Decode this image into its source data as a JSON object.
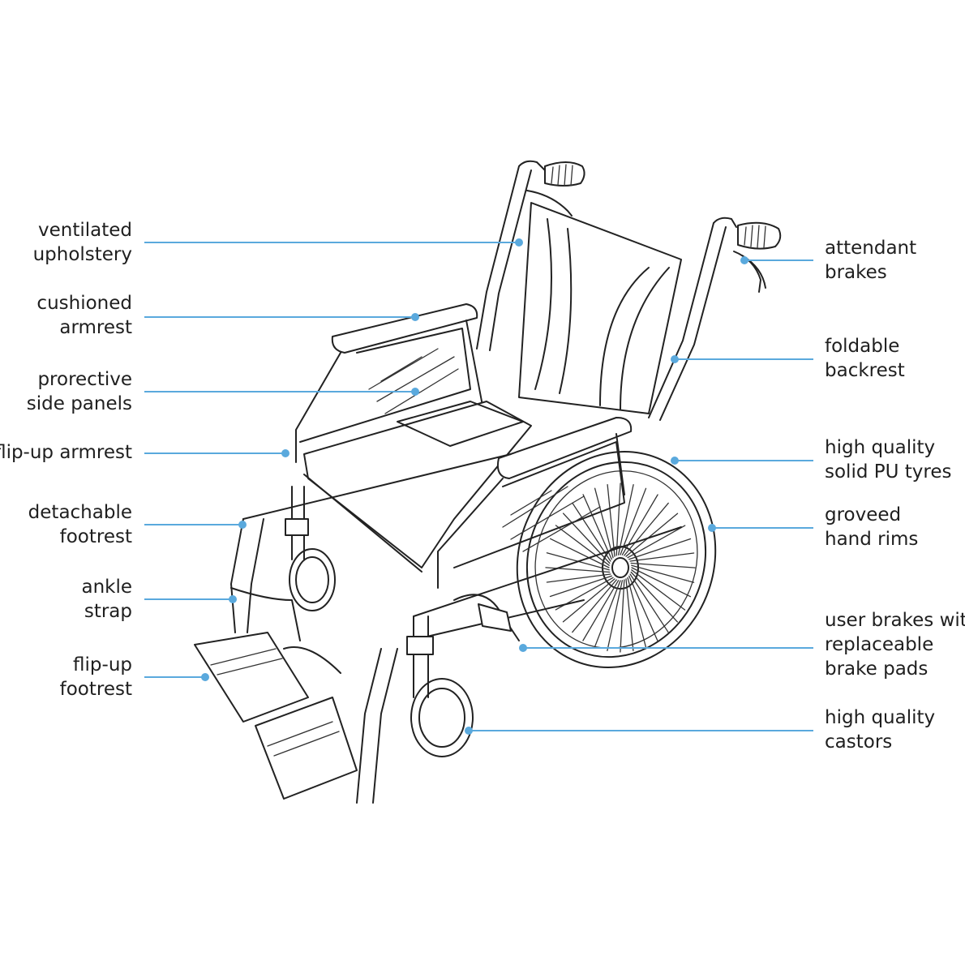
{
  "callouts": {
    "ventilated_upholstery": [
      "ventilated",
      "upholstery"
    ],
    "cushioned_armrest": [
      "cushioned",
      "armrest"
    ],
    "protective_side_panels": [
      "prorective",
      "side panels"
    ],
    "flip_up_armrest": [
      "flip-up armrest"
    ],
    "detachable_footrest": [
      "detachable",
      "footrest"
    ],
    "ankle_strap": [
      "ankle",
      "strap"
    ],
    "flip_up_footrest": [
      "flip-up",
      "footrest"
    ],
    "attendant_brakes": [
      "attendant",
      "brakes"
    ],
    "foldable_backrest": [
      "foldable",
      "backrest"
    ],
    "pu_tyres": [
      "high quality",
      "solid PU tyres"
    ],
    "hand_rims": [
      "groveed",
      "hand rims"
    ],
    "user_brakes": [
      "user brakes with",
      "replaceable",
      "brake pads"
    ],
    "castors": [
      "high quality",
      "castors"
    ]
  },
  "colors": {
    "leader_line": "#5aa9dd",
    "ink": "#222222",
    "text": "#1f1f1f",
    "background": "#ffffff"
  }
}
